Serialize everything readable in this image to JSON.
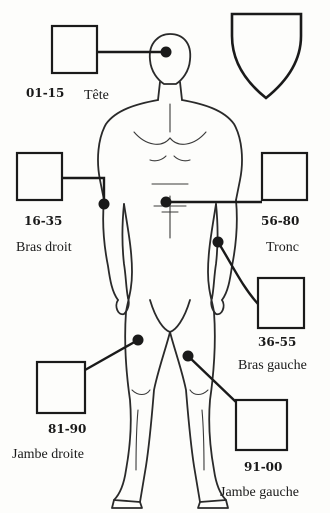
{
  "locations": [
    {
      "id": "tete",
      "range": "01-15",
      "name": "Tête"
    },
    {
      "id": "bras-droit",
      "range": "16-35",
      "name": "Bras droit"
    },
    {
      "id": "tronc",
      "range": "56-80",
      "name": "Tronc"
    },
    {
      "id": "bras-gauche",
      "range": "36-55",
      "name": "Bras gauche"
    },
    {
      "id": "jambe-droite",
      "range": "81-90",
      "name": "Jambe droite"
    },
    {
      "id": "jambe-gauche",
      "range": "91-00",
      "name": "Jambe gauche"
    }
  ],
  "icons": {
    "shield": "shield-icon",
    "figure": "human-figure"
  },
  "colors": {
    "ink": "#1a1a1a",
    "paper": "#fdfdfb"
  }
}
